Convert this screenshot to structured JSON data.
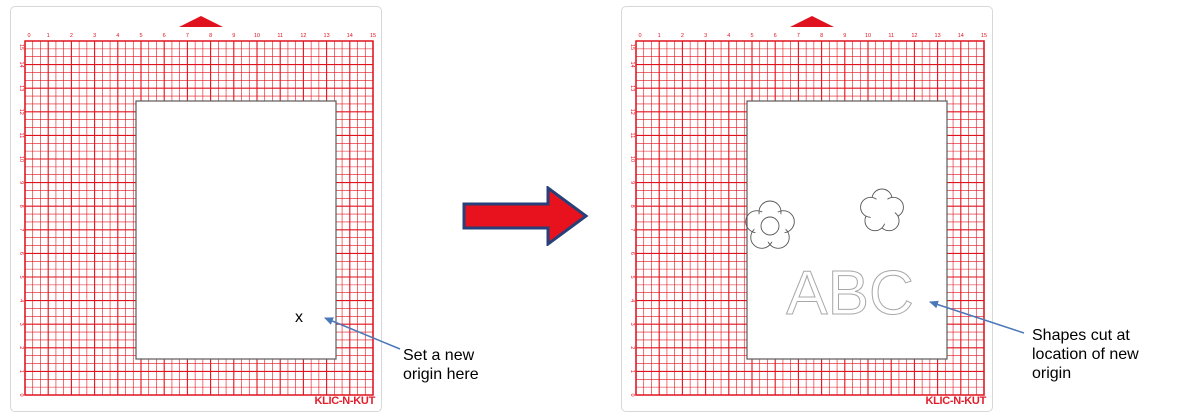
{
  "colors": {
    "grid_line": "#e0121e",
    "mat_border": "#d8d8d8",
    "paper_border": "#5a5a5a",
    "arrow_fill": "#e8121e",
    "arrow_outline": "#27407a",
    "callout_line": "#4a78b8",
    "shape_stroke": "#555555",
    "letter_stroke": "#a8a8a8"
  },
  "mats": [
    {
      "brand": "KLIC-N-KUT",
      "x_ticks": [
        "0",
        "1",
        "2",
        "3",
        "4",
        "5",
        "6",
        "7",
        "8",
        "9",
        "10",
        "11",
        "12",
        "13",
        "14",
        "15"
      ],
      "y_ticks": [
        "15",
        "14",
        "13",
        "12",
        "11",
        "10",
        "9",
        "8",
        "7",
        "6",
        "5",
        "4",
        "3",
        "2",
        "1",
        "0"
      ],
      "paper_label": "x"
    },
    {
      "brand": "KLIC-N-KUT",
      "x_ticks": [
        "0",
        "1",
        "2",
        "3",
        "4",
        "5",
        "6",
        "7",
        "8",
        "9",
        "10",
        "11",
        "12",
        "13",
        "14",
        "15"
      ],
      "y_ticks": [
        "15",
        "14",
        "13",
        "12",
        "11",
        "10",
        "9",
        "8",
        "7",
        "6",
        "5",
        "4",
        "3",
        "2",
        "1",
        "0"
      ],
      "letters": "ABC",
      "shapes": [
        "flower-icon",
        "flower-icon"
      ]
    }
  ],
  "callouts": {
    "left": "Set a new\norigin here",
    "right": "Shapes cut at\nlocation of new\norigin"
  },
  "direction_arrow": "right-arrow-icon"
}
